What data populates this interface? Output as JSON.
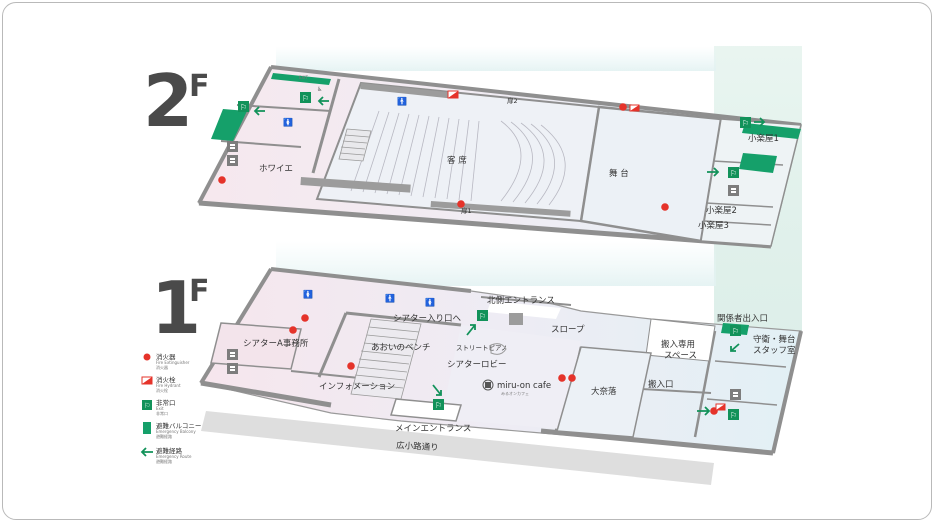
{
  "floors": {
    "f2": {
      "num": "2",
      "suffix": "F"
    },
    "f1": {
      "num": "1",
      "suffix": "F"
    }
  },
  "labels_2f": {
    "foyer": "ホワイエ",
    "seats": "客 席",
    "stage": "舞 台",
    "door2": "扉2",
    "door1": "扉1",
    "small1": "小楽屋1",
    "small2": "小楽屋2",
    "small3": "小楽屋3",
    "exit": "EXIT"
  },
  "labels_1f": {
    "theater_a_office": "シアターA事務所",
    "theater_entrance": "シアター入り口へ",
    "north_entrance": "北側エントランス",
    "slope": "スロープ",
    "aoi_bench": "あおいのベンチ",
    "street_piano": "ストリートピアノ",
    "theater_lobby": "シアターロビー",
    "information": "インフォメーション",
    "cafe_name": "miru-on cafe",
    "cafe_sub": "みるオンカフェ",
    "large_props": "大奈落",
    "loading_space_1": "搬入専用",
    "loading_space_2": "スペース",
    "loading_entrance": "搬入口",
    "staff_entrance": "関係者出入口",
    "guard_1": "守衛・舞台",
    "guard_2": "スタッフ室",
    "main_entrance": "メインエントランス",
    "street": "広小路通り"
  },
  "legend": [
    {
      "label": "消火器",
      "en": "Fire Extinguisher",
      "jp": "消火器",
      "icon": "red-dot"
    },
    {
      "label": "消火栓",
      "en": "Fire Hydrant",
      "jp": "消火栓",
      "icon": "hydrant-box"
    },
    {
      "label": "非常口",
      "en": "Exit",
      "jp": "非常口",
      "icon": "exit-sign"
    },
    {
      "label": "避難バルコニー",
      "en": "Emergency Balcony",
      "jp": "避難経路",
      "icon": "balcony"
    },
    {
      "label": "避難経路",
      "en": "Emergency Route",
      "jp": "避難経路",
      "icon": "arrow-left"
    }
  ],
  "colors": {
    "green": "#12925a",
    "red": "#e5332a",
    "wall": "#8f8f8f",
    "floor_pink": "#f5e9ee",
    "floor_blue": "#e6f1f6",
    "street": "#dddddd"
  }
}
